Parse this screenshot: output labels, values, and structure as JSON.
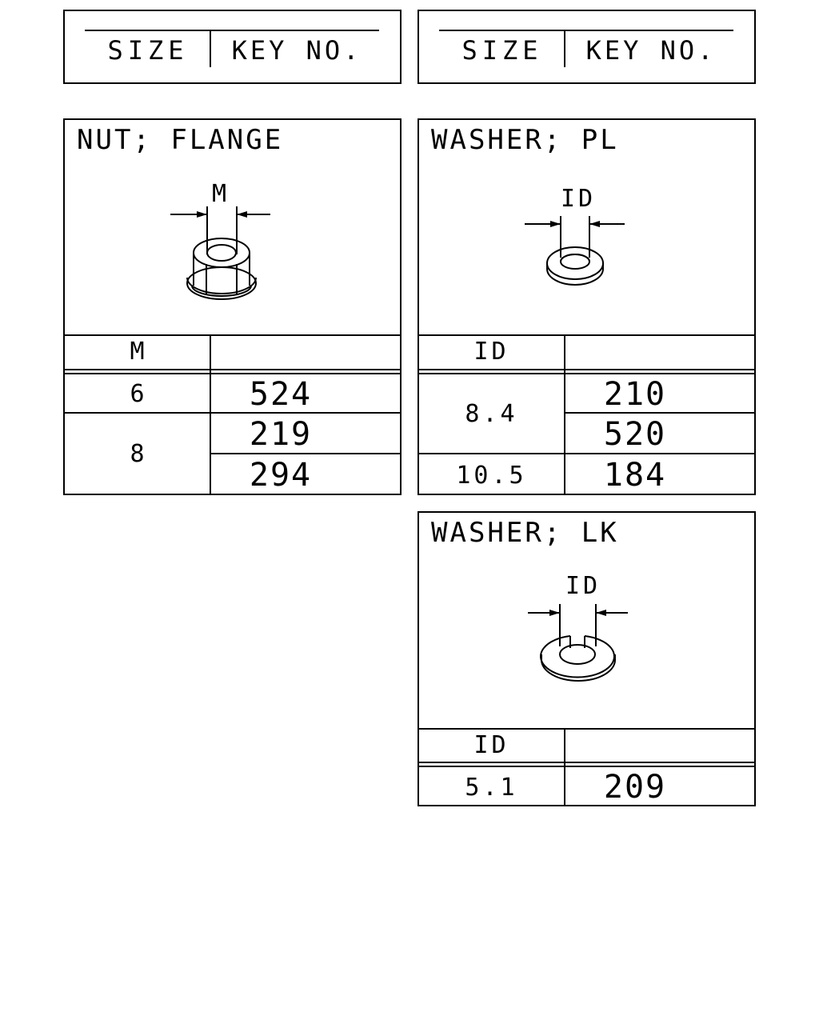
{
  "legend_left": {
    "size_label": "SIZE",
    "key_label": "KEY NO."
  },
  "legend_right": {
    "size_label": "SIZE",
    "key_label": "KEY NO."
  },
  "nut_flange": {
    "title": "NUT; FLANGE",
    "dimension_label": "M",
    "header_size": "M",
    "header_key": "",
    "rows": [
      {
        "size": "6",
        "key": "524"
      },
      {
        "size": "8",
        "keys": [
          "219",
          "294"
        ]
      }
    ]
  },
  "washer_pl": {
    "title": "WASHER; PL",
    "dimension_label": "ID",
    "header_size": "ID",
    "header_key": "",
    "rows": [
      {
        "size": "8.4",
        "keys": [
          "210",
          "520"
        ]
      },
      {
        "size": "10.5",
        "key": "184"
      }
    ]
  },
  "washer_lk": {
    "title": "WASHER; LK",
    "dimension_label": "ID",
    "header_size": "ID",
    "header_key": "",
    "rows": [
      {
        "size": "5.1",
        "key": "209"
      }
    ]
  }
}
